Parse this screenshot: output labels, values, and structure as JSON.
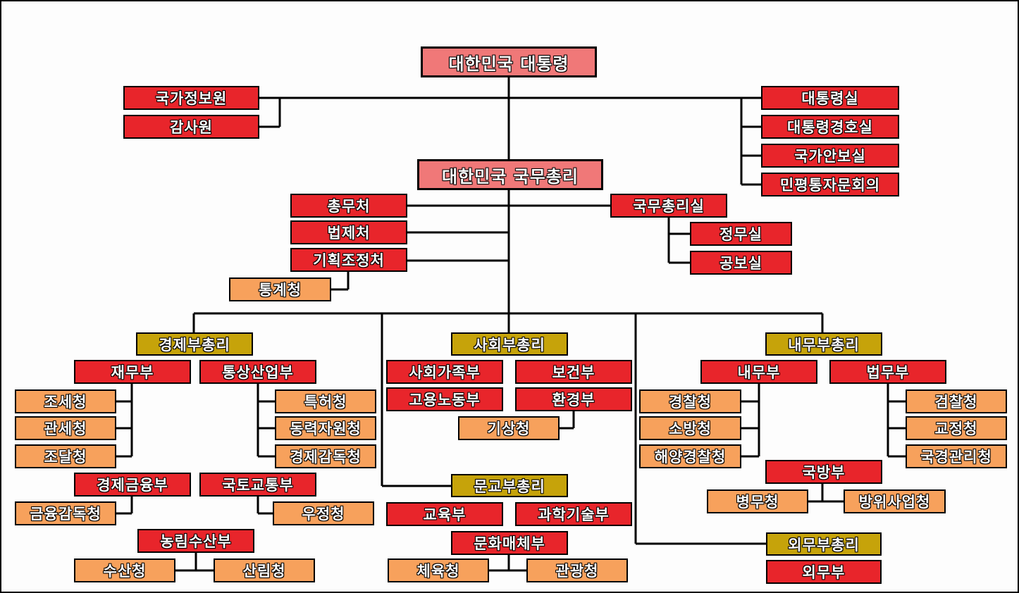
{
  "president": "대한민국 대통령",
  "prime_minister": "대한민국 국무총리",
  "president_direct_left": [
    "국가정보원",
    "감사원"
  ],
  "president_offices": [
    "대통령실",
    "대통령경호실",
    "국가안보실",
    "민평통자문회의"
  ],
  "pm_left": [
    "총무처",
    "법제처",
    "기획조정처"
  ],
  "statistics": "통계청",
  "pm_office": "국무총리실",
  "pm_office_subs": [
    "정무실",
    "공보실"
  ],
  "economy": {
    "deputy": "경제부총리",
    "finance": "재무부",
    "finance_agencies": [
      "조세청",
      "관세청",
      "조달청"
    ],
    "trade": "통상산업부",
    "trade_agencies": [
      "특허청",
      "동력자원청",
      "경제감독청"
    ],
    "econ_finance": "경제금융부",
    "econ_finance_agency": "금융감독청",
    "land": "국토교통부",
    "land_agency": "우정청",
    "agri": "농림수산부",
    "agri_agencies": [
      "수산청",
      "산림청"
    ]
  },
  "social": {
    "deputy": "사회부총리",
    "family": "사회가족부",
    "health": "보건부",
    "labor": "고용노동부",
    "environment": "환경부",
    "weather": "기상청"
  },
  "education": {
    "deputy": "문교부총리",
    "edu": "교육부",
    "science": "과학기술부",
    "culture": "문화매체부",
    "culture_agencies": [
      "체육청",
      "관광청"
    ]
  },
  "interior": {
    "deputy": "내무부총리",
    "home": "내무부",
    "home_agencies": [
      "경찰청",
      "소방청",
      "해양경찰청"
    ],
    "justice": "법무부",
    "justice_agencies": [
      "검찰청",
      "교정청",
      "국경관리청"
    ],
    "defense": "국방부",
    "defense_agencies": [
      "병무청",
      "방위사업청"
    ]
  },
  "foreign": {
    "deputy": "외무부총리",
    "ministry": "외무부"
  },
  "colors": {
    "top": "#f07878",
    "ministry": "#e8252b",
    "agency": "#f7a15c",
    "deputy": "#c6a30a"
  }
}
